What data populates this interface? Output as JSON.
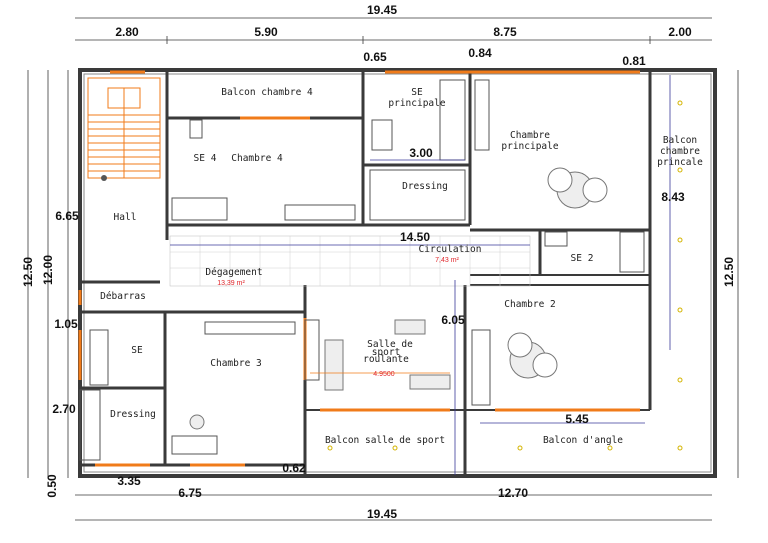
{
  "dimensions": {
    "total_top": "19.45",
    "top_a": "2.80",
    "top_b": "5.90",
    "top_c": "8.75",
    "top_d": "2.00",
    "d_065": "0.65",
    "d_084": "0.84",
    "d_081": "0.81",
    "d_300": "3.00",
    "d_1450": "14.50",
    "d_605": "6.05",
    "d_843": "8.43",
    "d_545": "5.45",
    "d_062": "0.62",
    "left_1250": "12.50",
    "left_1200": "12.00",
    "left_665": "6.65",
    "left_105": "1.05",
    "left_270": "2.70",
    "left_050": "0.50",
    "bottom_335": "3.35",
    "bottom_675": "6.75",
    "bottom_1270": "12.70",
    "total_bottom": "19.45",
    "right_1250": "12.50"
  },
  "rooms": {
    "balcon_chambre4": "Balcon chambre 4",
    "se_principale_1": "SE",
    "se_principale_2": "principale",
    "chambre_principale_1": "Chambre",
    "chambre_principale_2": "principale",
    "balcon_cp_1": "Balcon",
    "balcon_cp_2": "chambre",
    "balcon_cp_3": "princale",
    "se4": "SE 4",
    "chambre4": "Chambre 4",
    "dressing_top": "Dressing",
    "hall": "Hall",
    "circulation": "Circulation",
    "circulation_area": "7,43 m²",
    "degagement": "Dégagement",
    "degagement_area": "13,39 m²",
    "se2": "SE 2",
    "debarras": "Débarras",
    "chambre2": "Chambre 2",
    "se": "SE",
    "salle_sport_1": "Salle de",
    "salle_sport_2": "sport",
    "salle_sport_3": "roulante",
    "chambre3": "Chambre 3",
    "sport_measure": "4.9500",
    "dressing_bottom": "Dressing",
    "balcon_sport": "Balcon salle de sport",
    "balcon_angle": "Balcon d'angle"
  },
  "colors": {
    "wall": "#3a3a3a",
    "accent": "#f07b1a",
    "dimline": "#3a3a9a",
    "area": "#e0262b"
  }
}
